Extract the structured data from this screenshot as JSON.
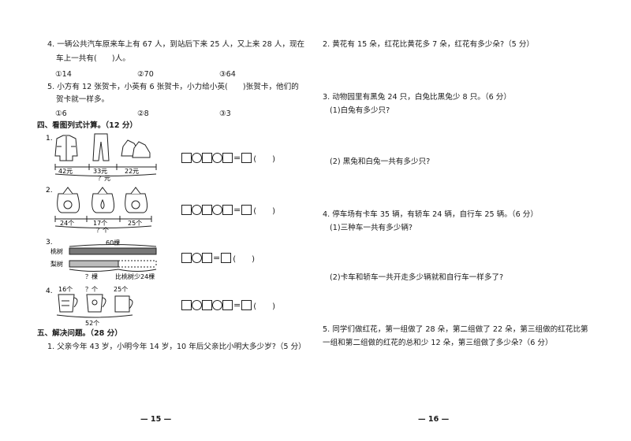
{
  "left": {
    "q4": {
      "line1": "4. 一辆公共汽车原来车上有 67 人，到站后下来 25 人，又上来 28 人，现在",
      "line2": "车上一共有(　　)人。",
      "options": [
        "①14",
        "②70",
        "③64"
      ]
    },
    "q5": {
      "line1": "5. 小方有 12 张贺卡，小英有 6 张贺卡，小力给小英(　　)张贺卡，他们的",
      "line2": "贺卡就一样多。",
      "options": [
        "①6",
        "②8",
        "③3"
      ]
    },
    "section4": {
      "title": "四、看图列式计算。（12 分）"
    },
    "figures": {
      "f1": {
        "num": "1.",
        "labels": [
          "42元",
          "33元",
          "22元"
        ],
        "question": "？元"
      },
      "f2": {
        "num": "2.",
        "labels": [
          "24个",
          "17个",
          "25个"
        ],
        "question": "？个"
      },
      "f3": {
        "num": "3.",
        "row1": "桃树",
        "row2": "梨树",
        "total": "60棵",
        "q": "？棵",
        "note": "比桃树少24棵"
      },
      "f4": {
        "num": "4.",
        "labels": [
          "16个",
          "？个",
          "25个"
        ],
        "total": "52个"
      }
    },
    "answer_paren": "(　　)",
    "section5": {
      "title": "五、解决问题。（28 分）"
    },
    "q51": "1. 父亲今年 43 岁，小明今年 14 岁，10 年后父亲比小明大多少岁?（5 分）",
    "page_number": "— 15 —"
  },
  "right": {
    "q2": "2. 黄花有 15 朵，红花比黄花多 7 朵，红花有多少朵?（5 分）",
    "q3": "3. 动物园里有黑兔 24 只，白兔比黑兔少 8 只。（6 分）",
    "q3a": "(1)白兔有多少只?",
    "q3b": "(2) 黑兔和白兔一共有多少只?",
    "q4": "4. 停车场有卡车 35 辆，有轿车 24 辆，自行车 25 辆。（6 分）",
    "q4a": "(1)三种车一共有多少辆?",
    "q4b": "(2)卡车和轿车一共开走多少辆就和自行车一样多了?",
    "q5_line1": "5. 同学们做红花，第一组做了 28 朵，第二组做了 22 朵，第三组做的红花比第",
    "q5_line2": "一组和第二组做的红花的总和少 12 朵，第三组做了多少朵?（6 分）",
    "page_number": "— 16 —"
  }
}
